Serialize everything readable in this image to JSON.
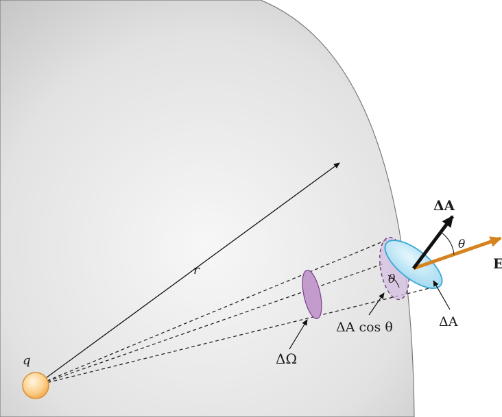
{
  "labels": {
    "charge": "q",
    "radius": "r",
    "solid_angle": "ΔΩ",
    "projected_area": "ΔA cos θ",
    "area": "ΔA",
    "area_vector": "ΔA",
    "field": "E",
    "angle_near_area": "θ",
    "angle_between_vectors": "θ"
  },
  "colors": {
    "sphere_light": "#f4f4f4",
    "sphere_dark": "#b9b9b9",
    "charge_fill": "#fbc983",
    "charge_stroke": "#d9902c",
    "solid_angle_fill": "#c39ccd",
    "solid_angle_stroke": "#7b4a8a",
    "area_fill": "#bfe7f7",
    "area_stroke": "#3aa7d6",
    "field_arrow": "#d4831f",
    "area_vector_arrow": "#111111"
  }
}
